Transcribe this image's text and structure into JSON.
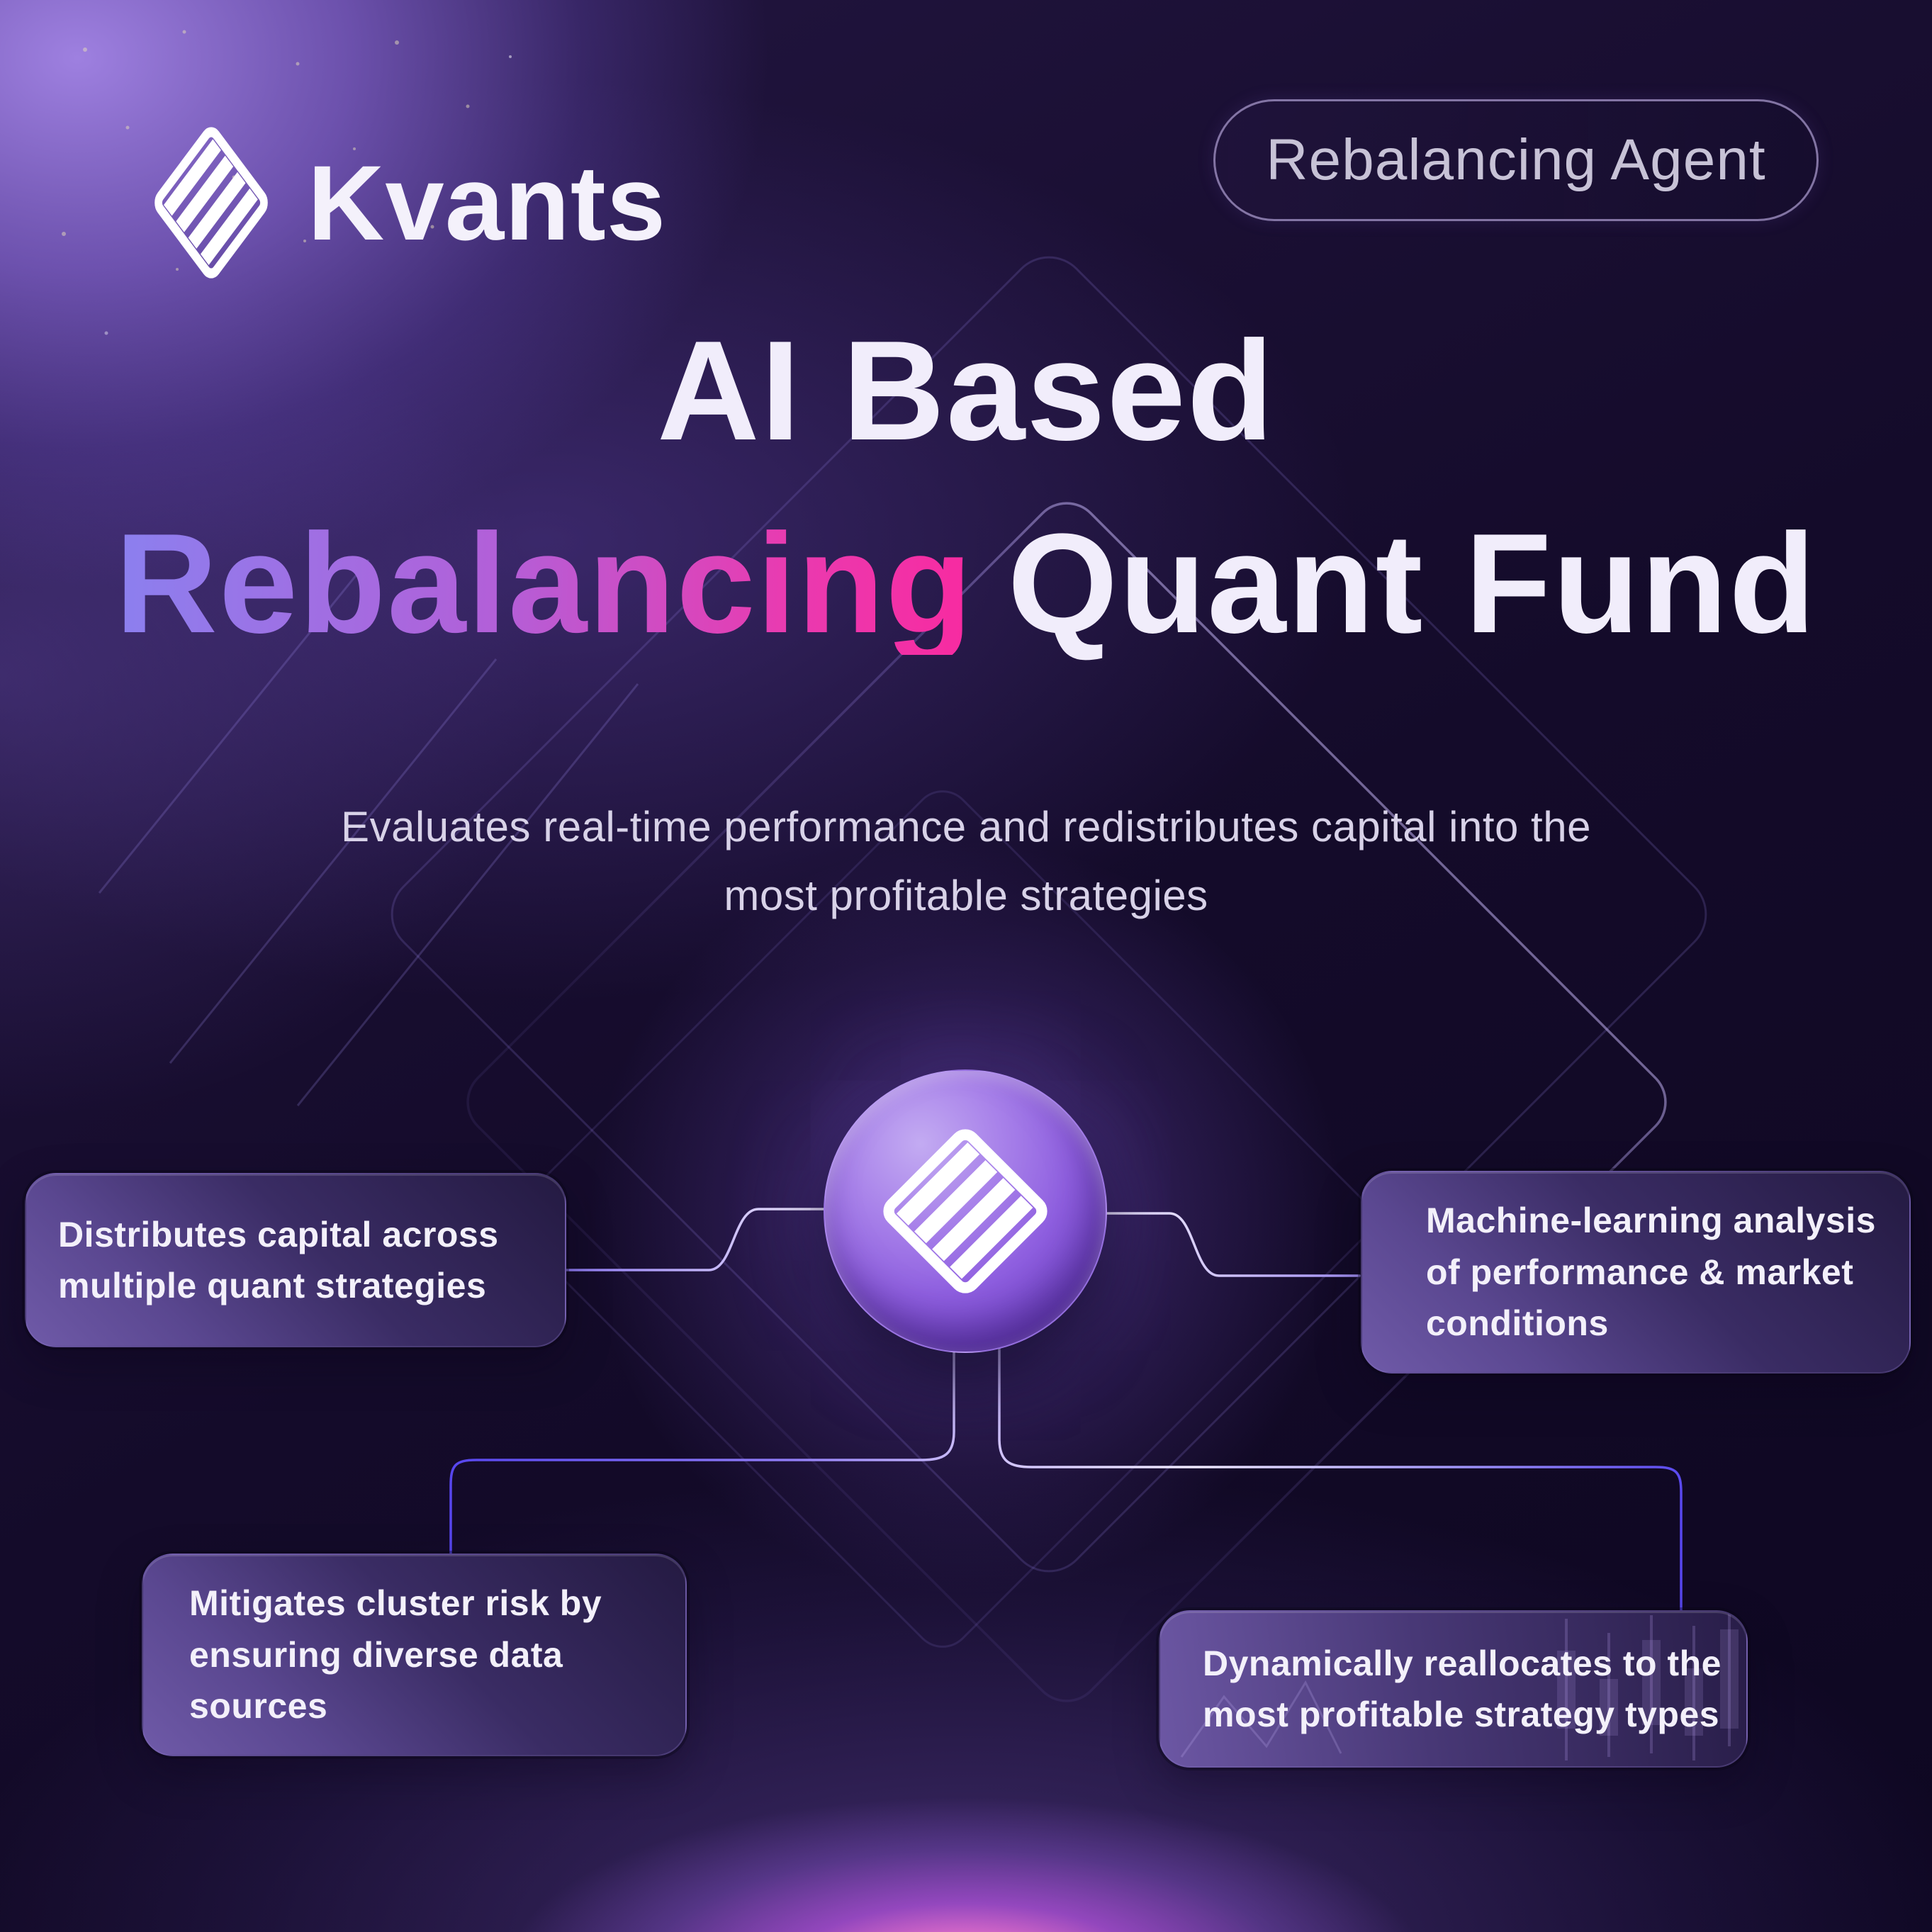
{
  "brand": {
    "name": "Kvants"
  },
  "badge": {
    "label": "Rebalancing Agent"
  },
  "heading": {
    "line1": "AI Based",
    "line2_gradient": "Rebalancing",
    "line2_rest": "Quant Fund"
  },
  "subtitle": {
    "lines": [
      "Evaluates real-time performance and redistributes capital into the",
      "most profitable strategies"
    ]
  },
  "features": {
    "top_left": {
      "lines": [
        "Distributes capital across",
        "multiple quant strategies"
      ]
    },
    "top_right": {
      "lines": [
        "Machine-learning analysis",
        "of performance & market",
        "conditions"
      ]
    },
    "bottom_left": {
      "lines": [
        "Mitigates cluster risk by",
        "ensuring diverse data",
        "sources"
      ]
    },
    "bottom_right": {
      "lines": [
        "Dynamically reallocates to the",
        "most profitable strategy types"
      ]
    }
  },
  "icons": {
    "logo": "kvants-diamond-stripes",
    "hub": "kvants-diamond-stripes"
  },
  "colors": {
    "background": "#140b2a",
    "top_left_glow": "#9e80e0",
    "accent_periwinkle": "#8b80ef",
    "accent_pink": "#f82aa0",
    "hub_purple": "#8f5fe0",
    "connector_purple": "#5b4af0",
    "title_white": "#f1edfb",
    "subtitle_text": "#d8d2e8",
    "card_text": "#f3f0fa",
    "badge_text": "#c7c2d6",
    "bottom_glow_pink": "#ff7ada"
  }
}
